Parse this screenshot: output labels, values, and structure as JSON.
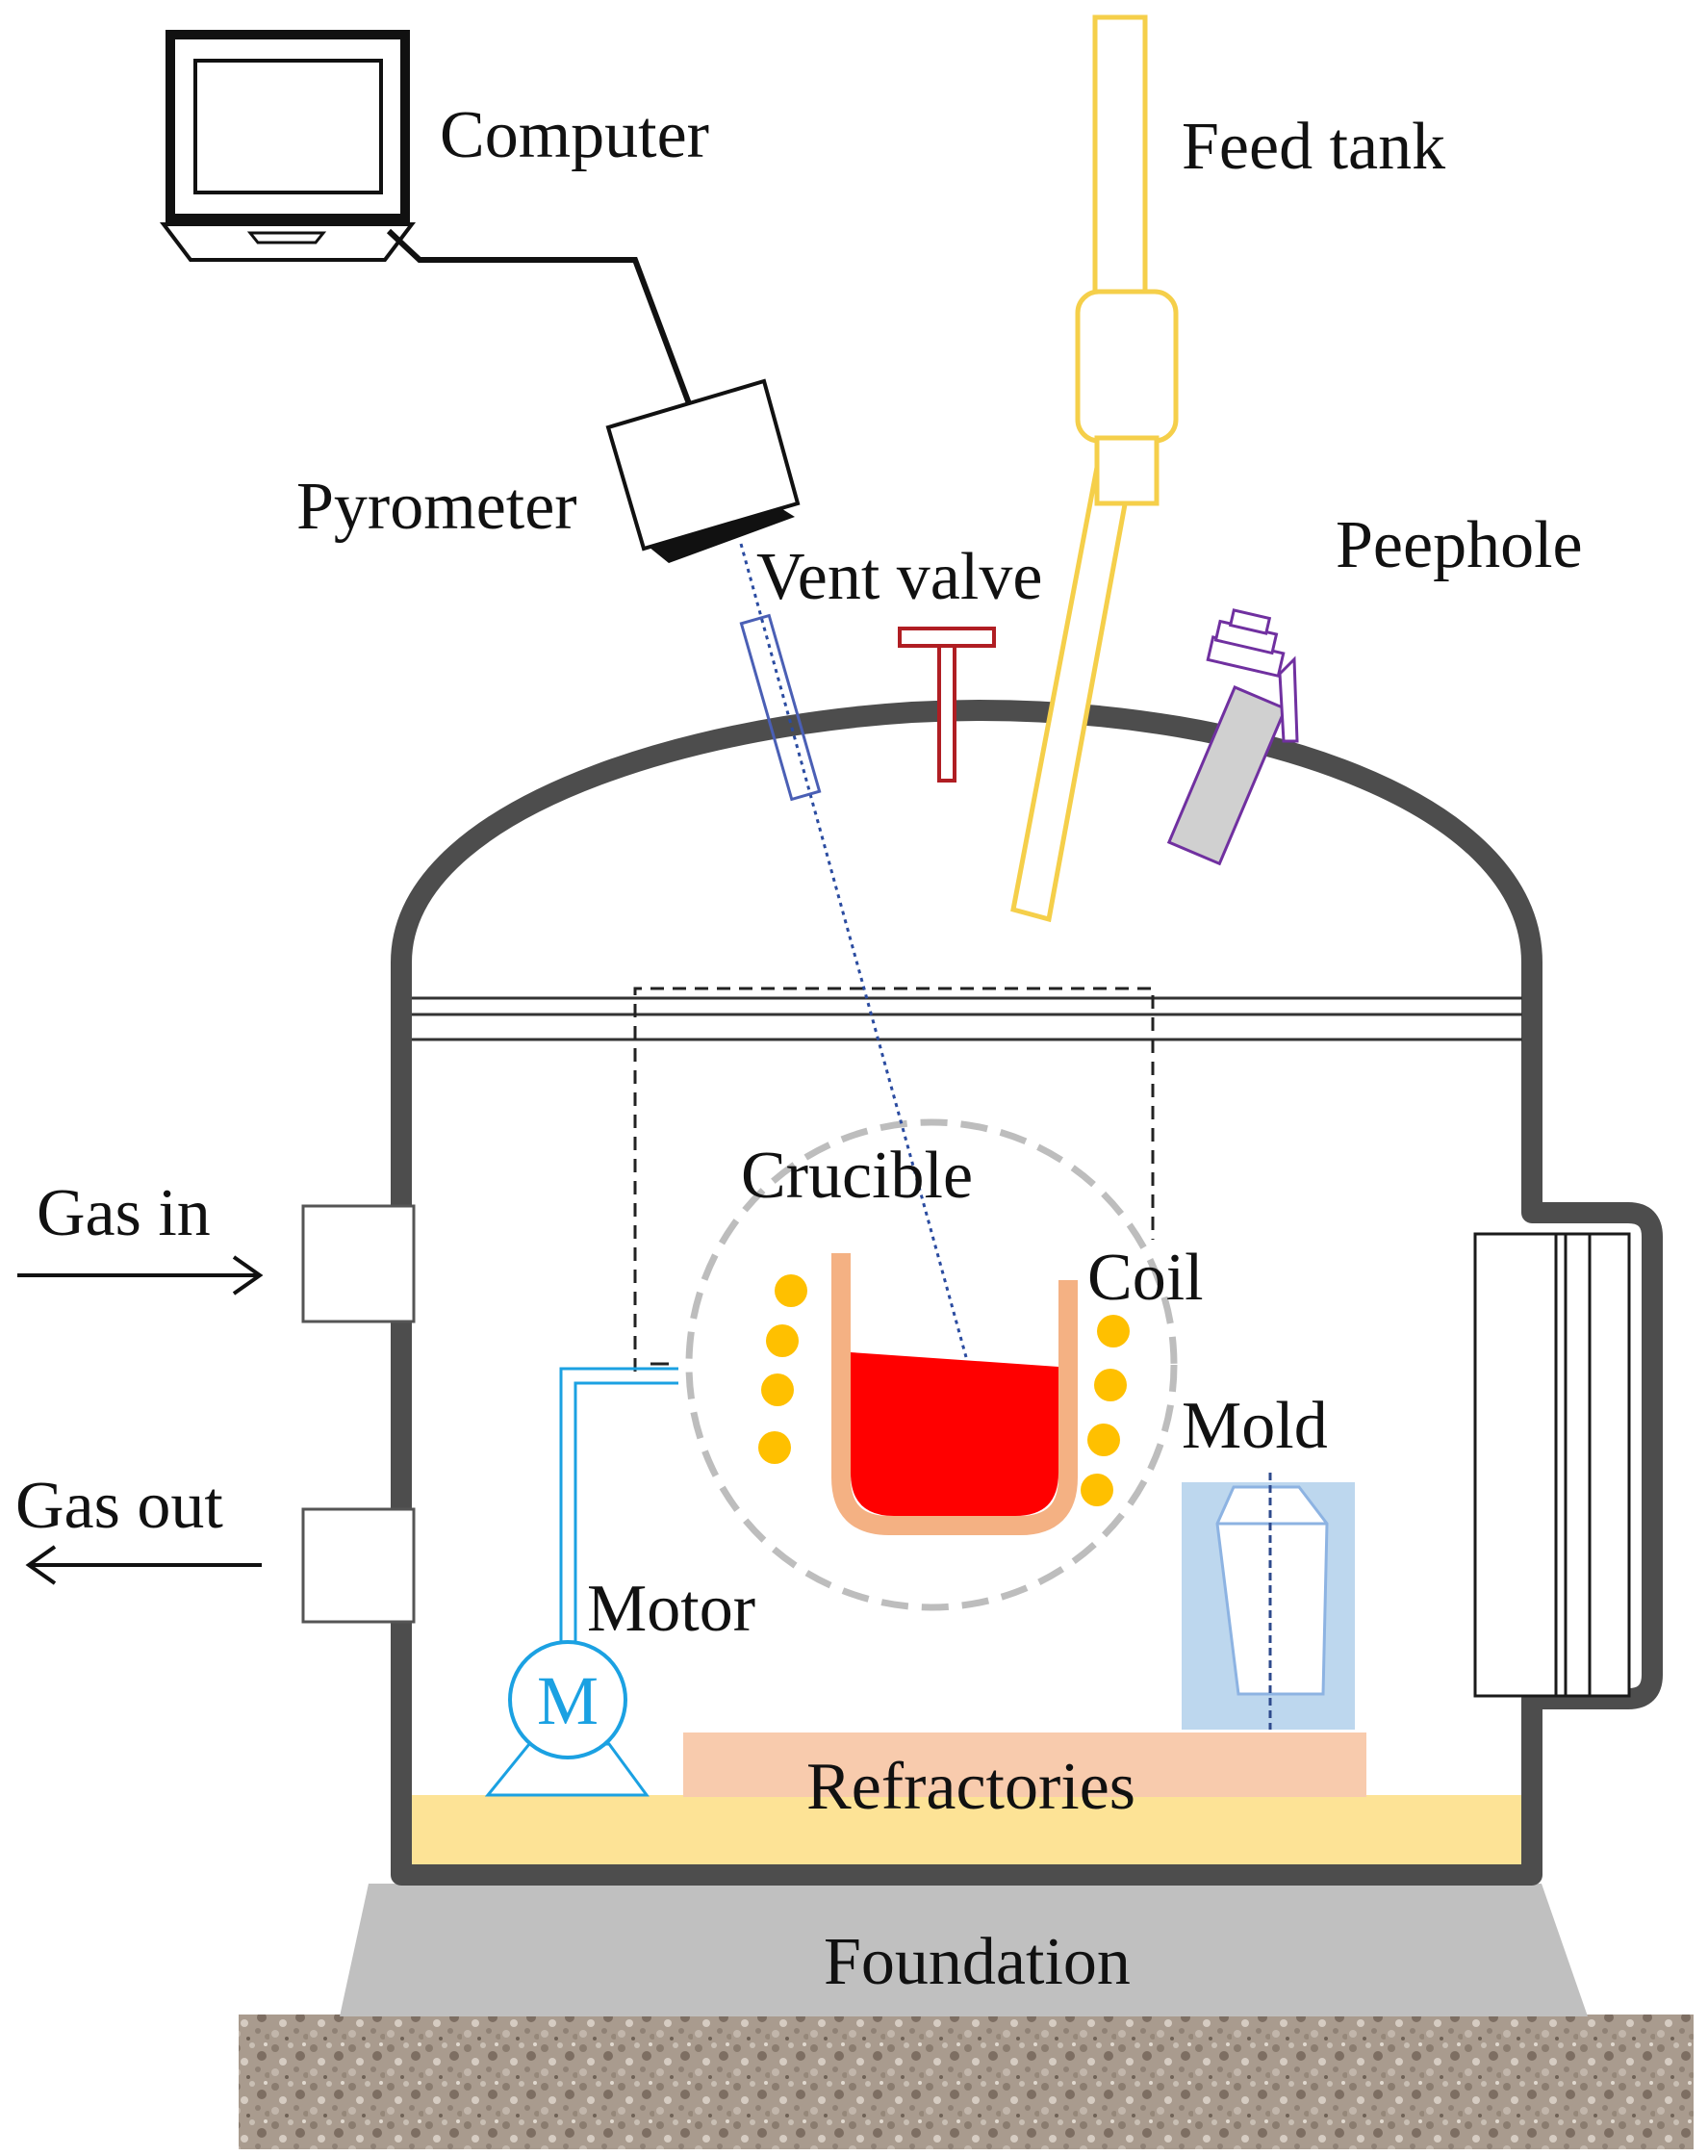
{
  "labels": {
    "computer": "Computer",
    "feed_tank": "Feed tank",
    "pyrometer": "Pyrometer",
    "vent_valve": "Vent valve",
    "peephole": "Peephole",
    "crucible": "Crucible",
    "coil": "Coil",
    "gas_in": "Gas in",
    "gas_out": "Gas out",
    "mold": "Mold",
    "motor": "Motor",
    "motor_symbol": "M",
    "refractories": "Refractories",
    "foundation": "Foundation"
  },
  "colors": {
    "chamber_wall": "#4d4d4d",
    "feed_tank": "#f5cf4a",
    "vent_valve": "#b01e23",
    "peephole": "#7030a0",
    "peephole_fill": "#d0d0d0",
    "pyrometer_window": "#4a5fb5",
    "melt": "#ff0000",
    "crucible_wall": "#f4b183",
    "coil": "#ffc000",
    "motor": "#1ba1e2",
    "mold_fill": "#bdd7ee",
    "mold_line": "#2e4a8c",
    "refractories": "#f8cbad",
    "base_layer": "#fde396",
    "foundation": "#c0c0c0",
    "ground": "#a89a8c"
  }
}
